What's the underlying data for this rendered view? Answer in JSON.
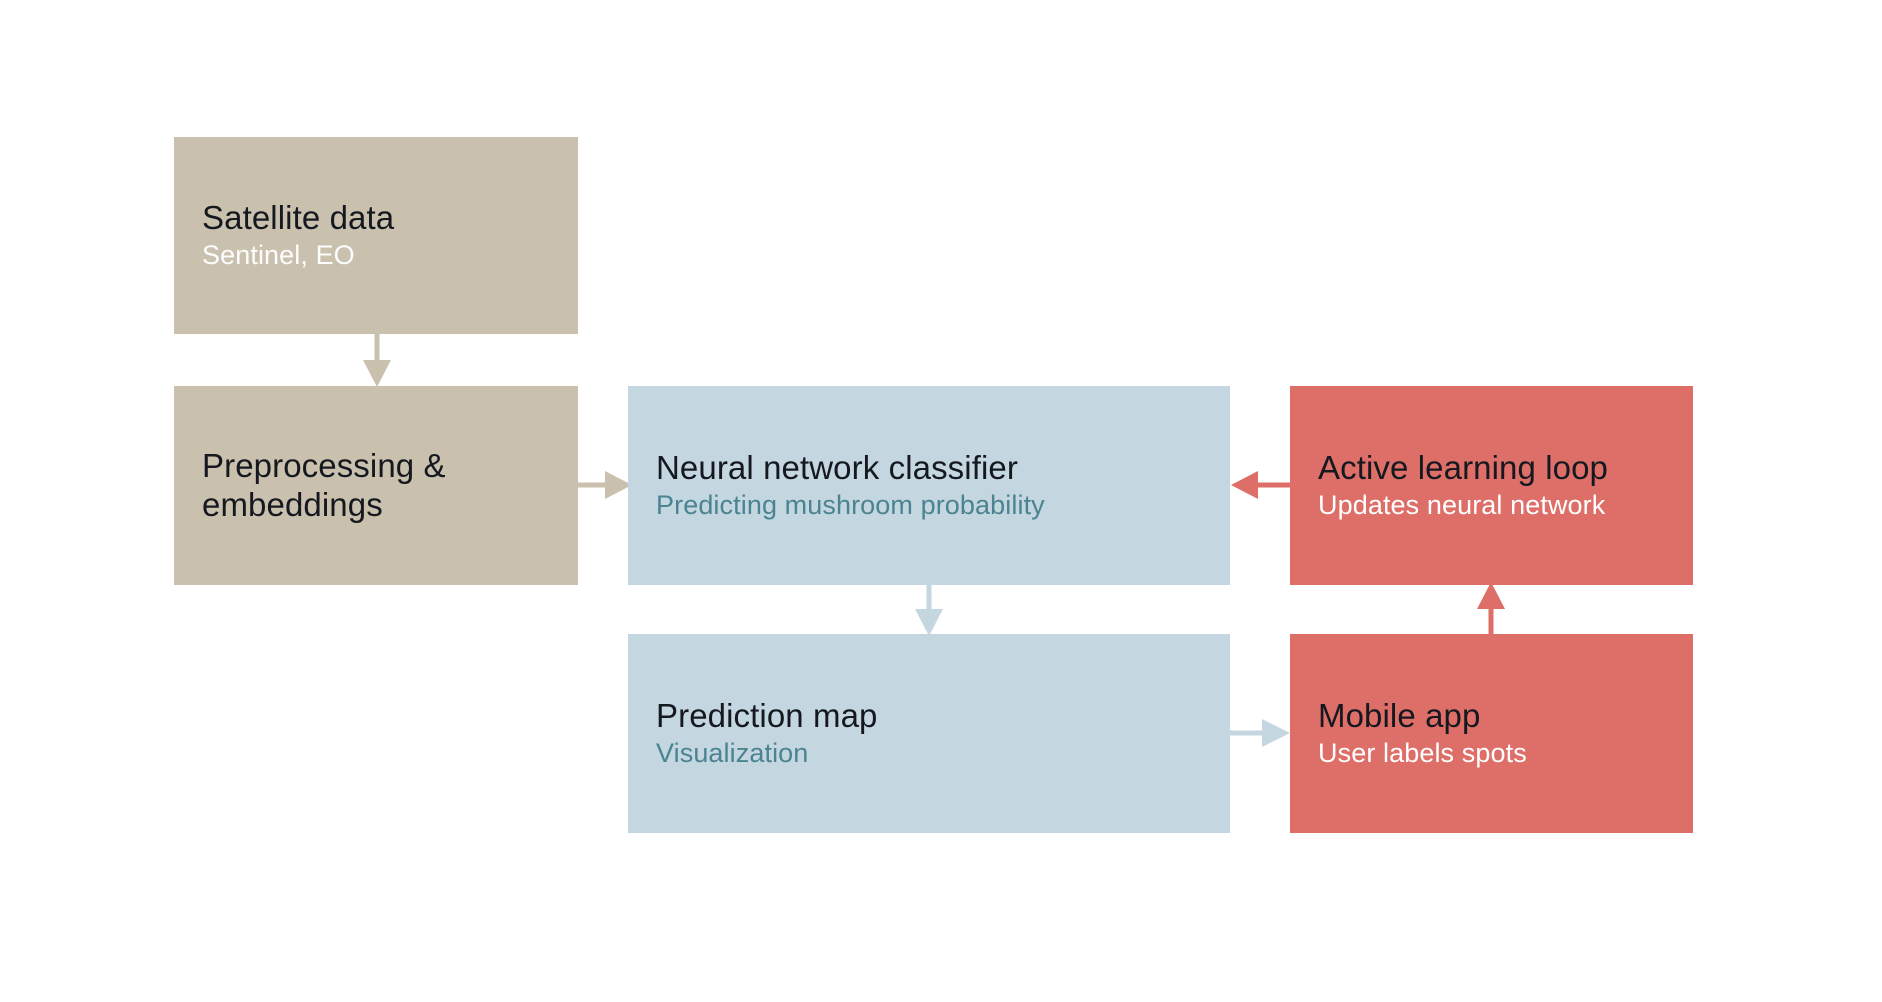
{
  "diagram": {
    "title": "Mushroom prediction pipeline flowchart",
    "background": "#ffffff",
    "palette": {
      "beige": "#c9c0ae",
      "blue": "#c4d6e0",
      "red": "#dd6f68",
      "title_text": "#15191f",
      "subtitle_blue": "#4b8491",
      "subtitle_white": "#ffffff"
    },
    "nodes": [
      {
        "id": "satellite",
        "title": "Satellite data",
        "subtitle": "Sentinel, EO",
        "color": "#c9c0ae",
        "group": "input"
      },
      {
        "id": "preprocessing",
        "title": "Preprocessing &\nembeddings",
        "subtitle": "",
        "color": "#c9c0ae",
        "group": "input"
      },
      {
        "id": "classifier",
        "title": "Neural network classifier",
        "subtitle": "Predicting mushroom probability",
        "color": "#c4d6e0",
        "group": "model"
      },
      {
        "id": "prediction_map",
        "title": "Prediction map",
        "subtitle": "Visualization",
        "color": "#c4d6e0",
        "group": "model"
      },
      {
        "id": "active_loop",
        "title": "Active learning loop",
        "subtitle": "Updates neural network",
        "color": "#dd6f68",
        "group": "feedback"
      },
      {
        "id": "mobile_app",
        "title": "Mobile app",
        "subtitle": "User labels spots",
        "color": "#dd6f68",
        "group": "feedback"
      }
    ],
    "edges": [
      {
        "id": "satellite-to-preprocessing",
        "from": "satellite",
        "to": "preprocessing",
        "direction": "down",
        "color": "#c9c0ae"
      },
      {
        "id": "preprocessing-to-classifier",
        "from": "preprocessing",
        "to": "classifier",
        "direction": "right",
        "color": "#c9c0ae"
      },
      {
        "id": "classifier-to-prediction-map",
        "from": "classifier",
        "to": "prediction_map",
        "direction": "down",
        "color": "#c4d6e0"
      },
      {
        "id": "prediction-map-to-mobile-app",
        "from": "prediction_map",
        "to": "mobile_app",
        "direction": "right",
        "color": "#c4d6e0"
      },
      {
        "id": "mobile-app-to-active-loop",
        "from": "mobile_app",
        "to": "active_loop",
        "direction": "up",
        "color": "#dd6f68"
      },
      {
        "id": "active-loop-to-classifier",
        "from": "active_loop",
        "to": "classifier",
        "direction": "left",
        "color": "#dd6f68"
      }
    ]
  }
}
